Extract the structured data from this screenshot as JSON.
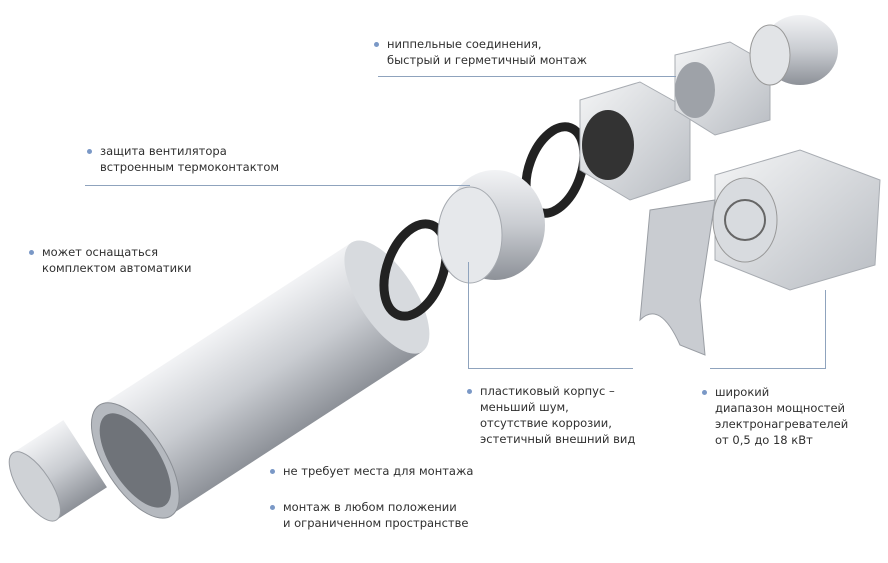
{
  "colors": {
    "bullet": "#7a98c6",
    "leader_line": "#8fa3bd",
    "text": "#2f2f2f"
  },
  "notes": {
    "nipple": [
      "ниппельные соединения,",
      "быстрый и герметичный монтаж"
    ],
    "fan_protection": [
      "защита вентилятора",
      "встроенным термоконтактом"
    ],
    "automation": [
      "может оснащаться",
      "комплектом автоматики"
    ],
    "plastic": [
      "пластиковый корпус –",
      "меньший шум,",
      "отсутствие коррозии,",
      "эстетичный внешний вид"
    ],
    "power": [
      "широкий",
      "диапазон мощностей",
      "электронагревателей",
      "от 0,5 до 18 кВт"
    ],
    "no_space": [
      "не требует места для монтажа"
    ],
    "any_position": [
      "монтаж в любом положении",
      "и ограниченном пространстве"
    ]
  }
}
